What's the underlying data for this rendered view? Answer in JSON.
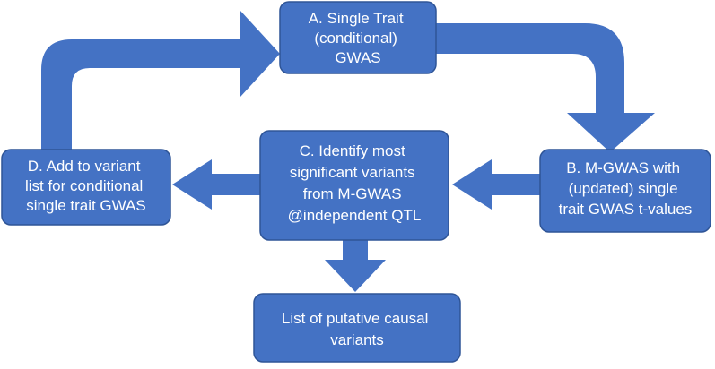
{
  "colors": {
    "box_fill": "#4472C4",
    "box_stroke": "#2F5597",
    "arrow_fill": "#4472C4",
    "text": "#ffffff"
  },
  "nodes": {
    "a": {
      "lines": [
        "A. Single Trait",
        "(conditional)",
        "GWAS"
      ]
    },
    "b": {
      "lines": [
        "B. M-GWAS with",
        "(updated) single",
        "trait GWAS t-values"
      ]
    },
    "c": {
      "lines": [
        "C. Identify most",
        "significant variants",
        "from M-GWAS",
        "@independent QTL"
      ]
    },
    "d": {
      "lines": [
        "D. Add to variant",
        "list for conditional",
        "single trait GWAS"
      ]
    },
    "e": {
      "lines": [
        "List of putative causal",
        "variants"
      ]
    }
  }
}
